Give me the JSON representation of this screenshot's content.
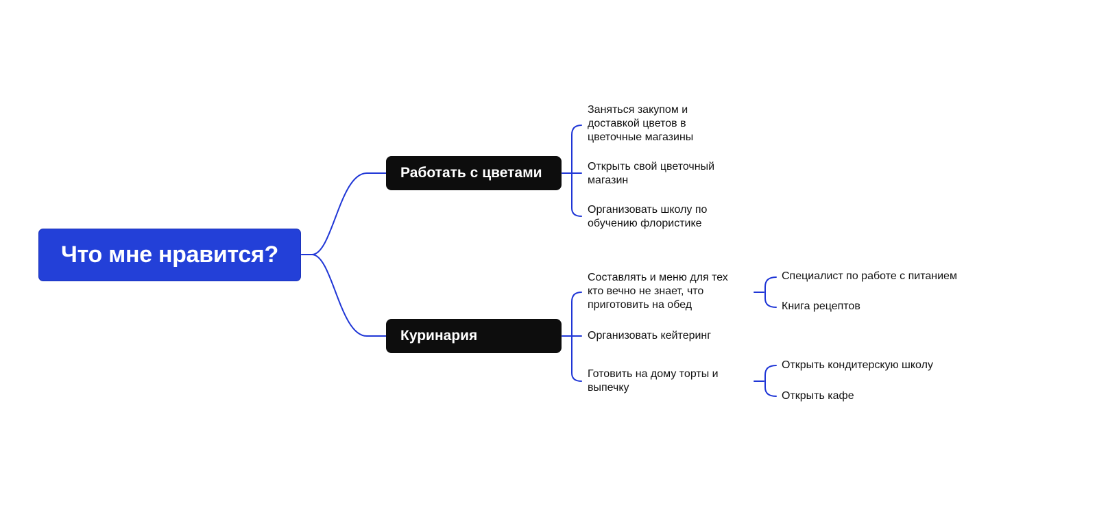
{
  "mindmap": {
    "root": {
      "label": "Что мне нравится?"
    },
    "branches": [
      {
        "label": "Работать с цветами",
        "children": [
          {
            "label": "Заняться закупом и\nдоставкой цветов в\nцветочные магазины"
          },
          {
            "label": "Открыть свой цветочный\nмагазин"
          },
          {
            "label": "Организовать школу по\nобучению флористике"
          }
        ]
      },
      {
        "label": "Куринария",
        "children": [
          {
            "label": "Составлять и меню для тех\nкто вечно не знает,  что\nприготовить на обед",
            "children": [
              {
                "label": "Специалист по работе с питанием"
              },
              {
                "label": "Книга рецептов"
              }
            ]
          },
          {
            "label": "Организовать кейтеринг"
          },
          {
            "label": "Готовить на дому торты и\nвыпечку",
            "children": [
              {
                "label": "Открыть кондитерскую школу"
              },
              {
                "label": "Открыть кафе"
              }
            ]
          }
        ]
      }
    ]
  },
  "colors": {
    "connector": "#1f36d6",
    "root_fill": "#2340d8",
    "branch_fill": "#0d0d0d",
    "root_text": "#ffffff",
    "branch_text": "#ffffff",
    "leaf_text": "#111111"
  }
}
